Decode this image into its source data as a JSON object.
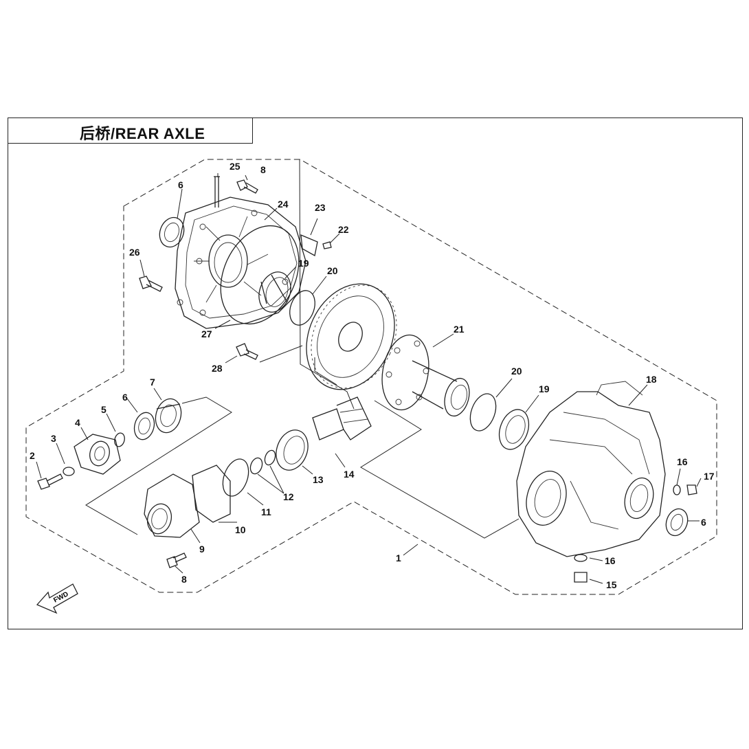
{
  "title": "后桥/REAR AXLE",
  "fwd_label": "FWD",
  "callouts": [
    {
      "id": "c25",
      "label": "25"
    },
    {
      "id": "c8a",
      "label": "8"
    },
    {
      "id": "c6a",
      "label": "6"
    },
    {
      "id": "c24",
      "label": "24"
    },
    {
      "id": "c23",
      "label": "23"
    },
    {
      "id": "c22",
      "label": "22"
    },
    {
      "id": "c26",
      "label": "26"
    },
    {
      "id": "c19a",
      "label": "19"
    },
    {
      "id": "c20a",
      "label": "20"
    },
    {
      "id": "c27",
      "label": "27"
    },
    {
      "id": "c21",
      "label": "21"
    },
    {
      "id": "c28",
      "label": "28"
    },
    {
      "id": "c20b",
      "label": "20"
    },
    {
      "id": "c19b",
      "label": "19"
    },
    {
      "id": "c18",
      "label": "18"
    },
    {
      "id": "c7",
      "label": "7"
    },
    {
      "id": "c6b",
      "label": "6"
    },
    {
      "id": "c5",
      "label": "5"
    },
    {
      "id": "c4",
      "label": "4"
    },
    {
      "id": "c3",
      "label": "3"
    },
    {
      "id": "c2",
      "label": "2"
    },
    {
      "id": "c16a",
      "label": "16"
    },
    {
      "id": "c17",
      "label": "17"
    },
    {
      "id": "c13",
      "label": "13"
    },
    {
      "id": "c14",
      "label": "14"
    },
    {
      "id": "c12",
      "label": "12"
    },
    {
      "id": "c11",
      "label": "11"
    },
    {
      "id": "c10",
      "label": "10"
    },
    {
      "id": "c9",
      "label": "9"
    },
    {
      "id": "c6c",
      "label": "6"
    },
    {
      "id": "c1",
      "label": "1"
    },
    {
      "id": "c16b",
      "label": "16"
    },
    {
      "id": "c15",
      "label": "15"
    },
    {
      "id": "c8b",
      "label": "8"
    }
  ]
}
